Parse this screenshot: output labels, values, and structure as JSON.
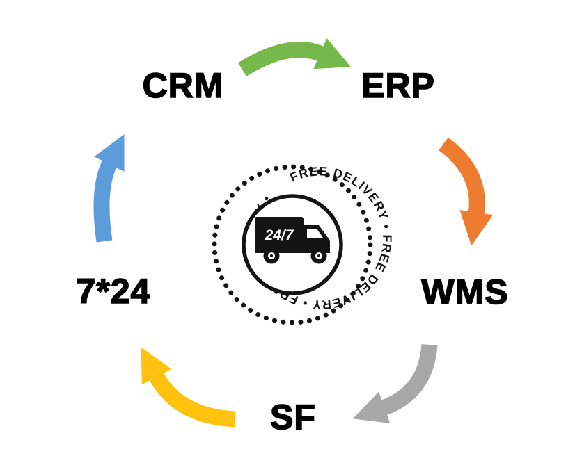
{
  "diagram": {
    "nodes": [
      {
        "id": "crm",
        "label": "CRM"
      },
      {
        "id": "erp",
        "label": "ERP"
      },
      {
        "id": "wms",
        "label": "WMS"
      },
      {
        "id": "sf",
        "label": "SF"
      },
      {
        "id": "s724",
        "label": "7*24"
      }
    ],
    "arrows": [
      {
        "from": "crm",
        "to": "erp",
        "color": "#77B84B"
      },
      {
        "from": "erp",
        "to": "wms",
        "color": "#ED7C31"
      },
      {
        "from": "wms",
        "to": "sf",
        "color": "#A8A8A8"
      },
      {
        "from": "sf",
        "to": "s724",
        "color": "#FFC20E"
      },
      {
        "from": "s724",
        "to": "crm",
        "color": "#5D9CDB"
      }
    ],
    "badge": {
      "ring_text": "FREE DELIVERY • FREE DELIVERY • FREE DELIVERY •",
      "truck_label": "24/7",
      "ink_color": "#141414"
    }
  }
}
